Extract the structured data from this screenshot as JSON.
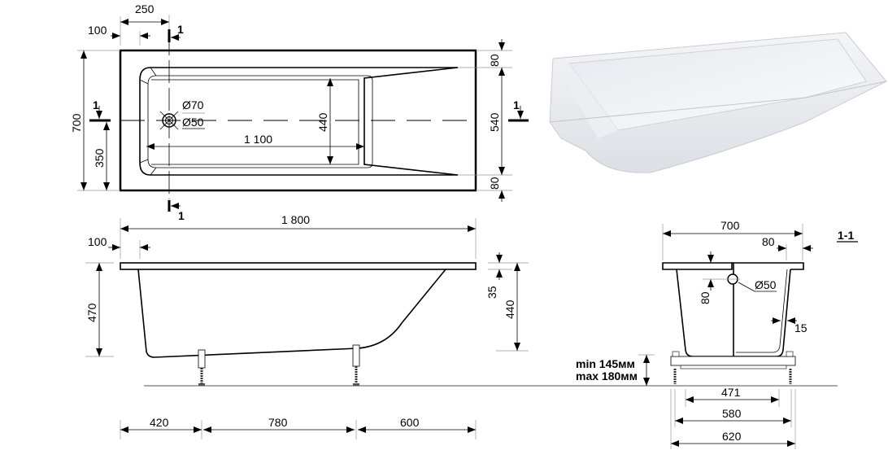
{
  "plan_view": {
    "dim_250": "250",
    "dim_100": "100",
    "dim_700": "700",
    "dim_350": "350",
    "dim_1100": "1 100",
    "dim_440": "440",
    "dim_80_top": "80",
    "dim_540": "540",
    "dim_80_bottom": "80",
    "drain_outer": "Ø70",
    "drain_inner": "Ø50",
    "section_mark": "1"
  },
  "side_view": {
    "dim_1800": "1 800",
    "dim_100": "100",
    "dim_470": "470",
    "dim_35": "35",
    "dim_440": "440",
    "dim_420": "420",
    "dim_780": "780",
    "dim_600": "600",
    "leg_min": "min 145мм",
    "leg_max": "max 180мм"
  },
  "section_view": {
    "title": "1-1",
    "dim_700": "700",
    "dim_80_rim": "80",
    "dim_80_overflow": "80",
    "overflow_dia": "Ø50",
    "dim_15": "15",
    "dim_471": "471",
    "dim_580": "580",
    "dim_620": "620"
  }
}
